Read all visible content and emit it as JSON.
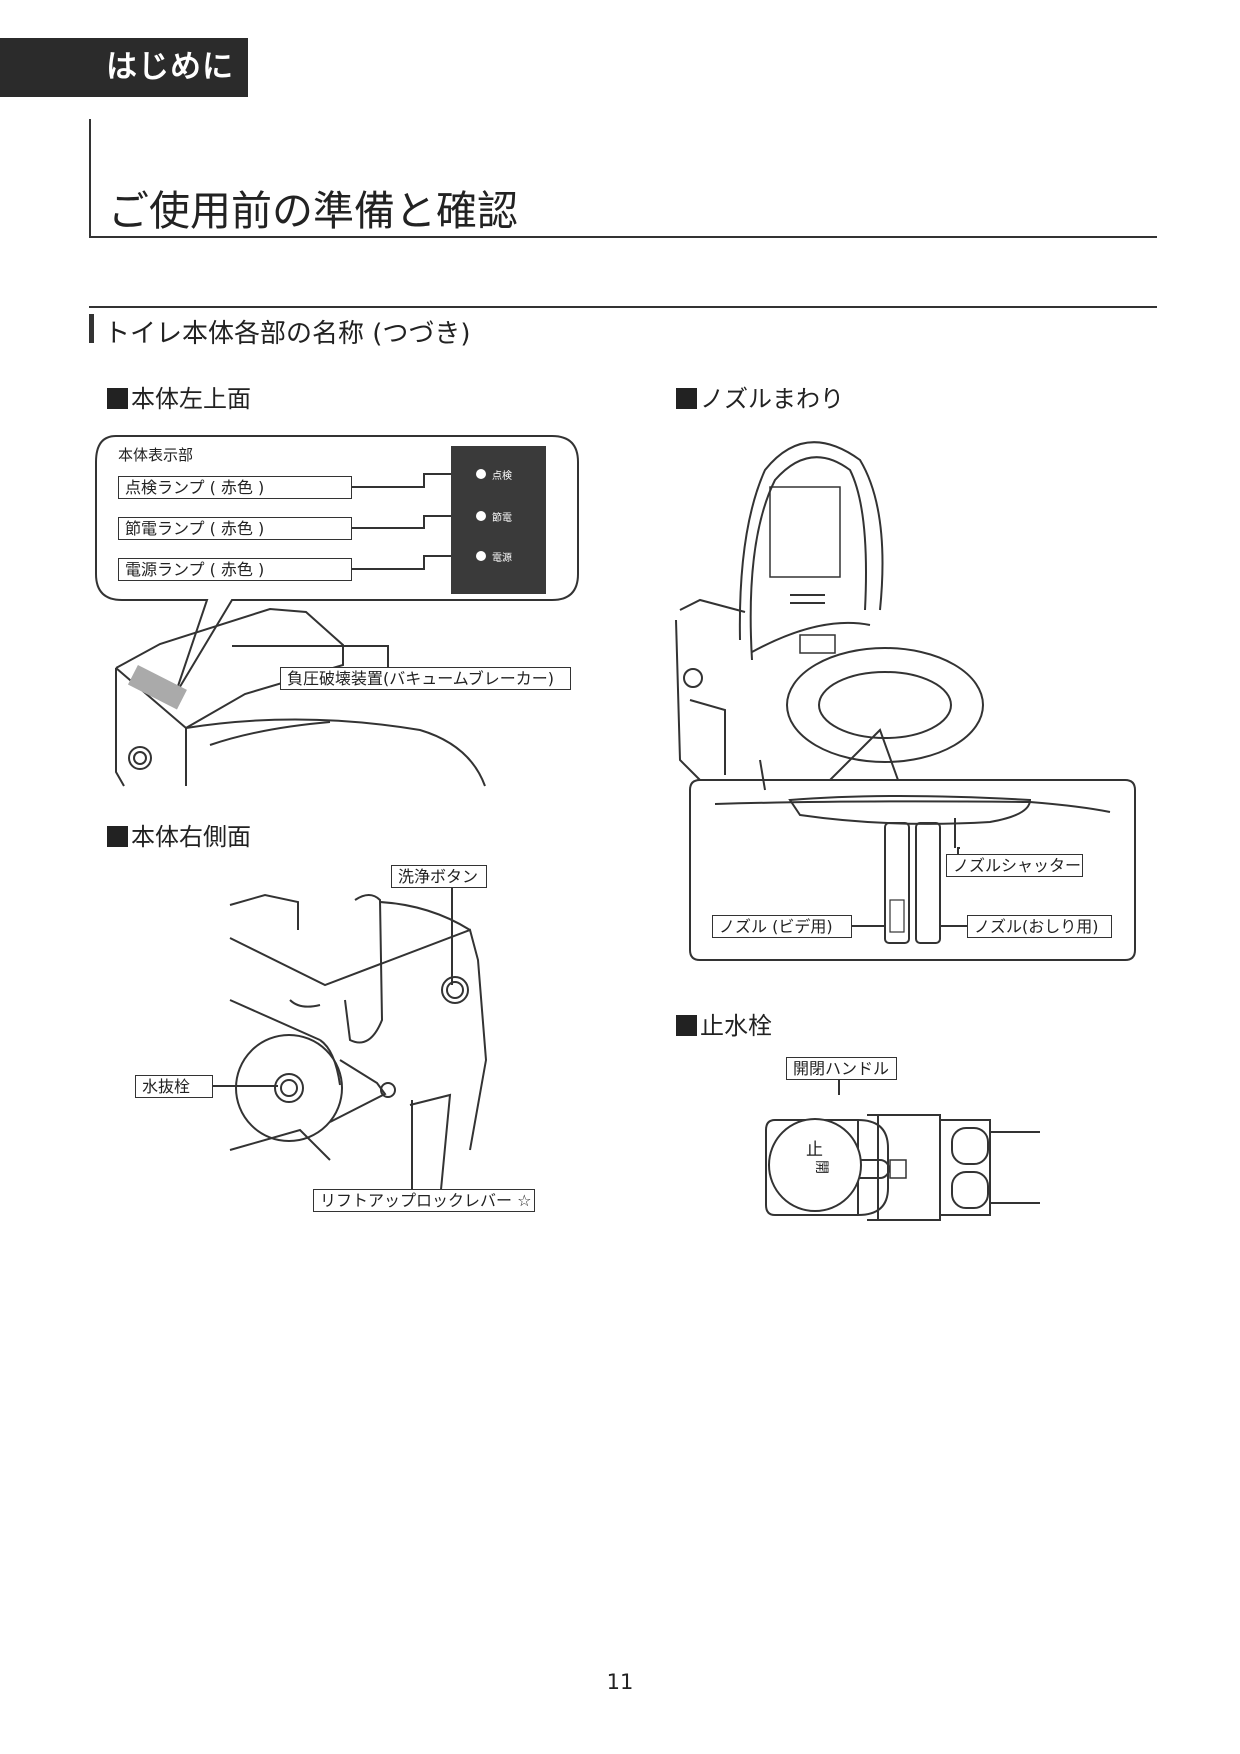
{
  "header": {
    "tab_label": "はじめに"
  },
  "page_title": "ご使用前の準備と確認",
  "subtitle": "トイレ本体各部の名称 (つづき)",
  "sections": {
    "left_top": "本体左上面",
    "right_side": "本体右側面",
    "nozzle": "ノズルまわり",
    "stop_valve": "止水栓"
  },
  "left_top": {
    "panel_title": "本体表示部",
    "lamps": [
      "点検ランプ ( 赤色 )",
      "節電ランプ ( 赤色 )",
      "電源ランプ ( 赤色 )"
    ],
    "panel_labels": [
      "点検",
      "節電",
      "電源"
    ],
    "vacuum_breaker": "負圧破壊装置(バキュームブレーカー)"
  },
  "right_side": {
    "wash_button": "洗浄ボタン",
    "drain_plug": "水抜栓",
    "lift_lock": "リフトアップロックレバー ☆"
  },
  "nozzle": {
    "shutter": "ノズルシャッター",
    "bidet": "ノズル (ビデ用)",
    "oshiri": "ノズル(おしり用)"
  },
  "stop_valve": {
    "handle": "開閉ハンドル",
    "stop": "止",
    "open": "開"
  },
  "page_number": "11"
}
